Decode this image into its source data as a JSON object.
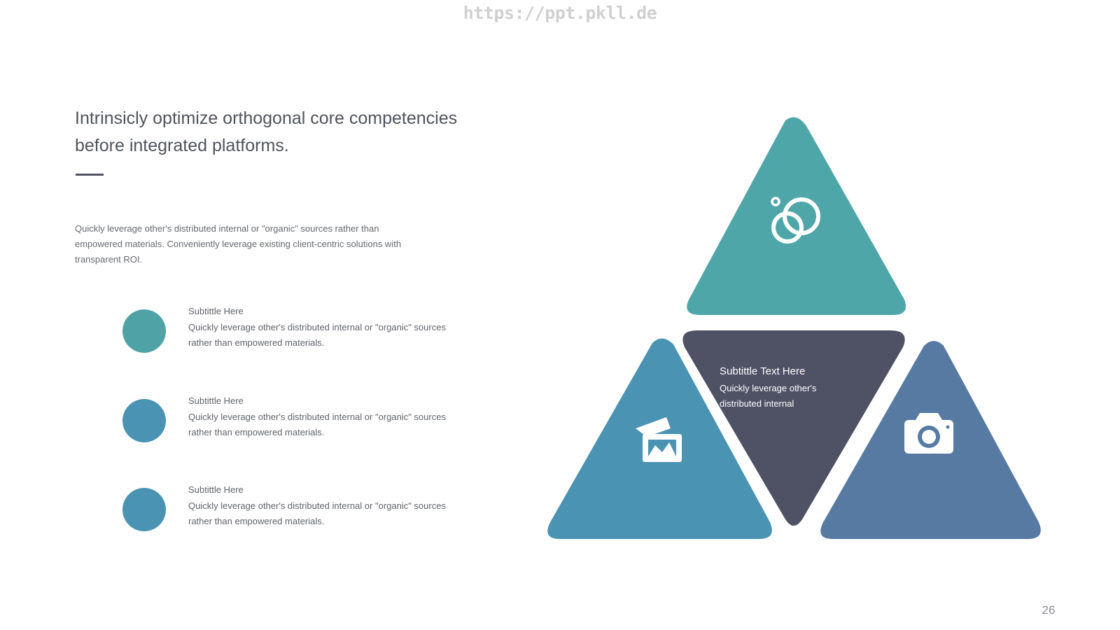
{
  "watermark": "https://ppt.pkll.de",
  "headline": "Intrinsicly optimize orthogonal core competencies before integrated platforms.",
  "intro": "Quickly leverage other's distributed internal or \"organic\" sources rather than empowered materials. Conveniently leverage existing client-centric solutions with transparent ROI.",
  "features": [
    {
      "subtitle": "Subtittle Here",
      "text": "Quickly leverage other's distributed internal or \"organic\" sources rather than empowered materials.",
      "color": "#4fa3a6"
    },
    {
      "subtitle": "Subtittle Here",
      "text": "Quickly leverage other's distributed internal or \"organic\" sources rather than empowered materials.",
      "color": "#4a93b2"
    },
    {
      "subtitle": "Subtittle Here",
      "text": "Quickly leverage other's distributed internal or \"organic\" sources rather than empowered materials.",
      "color": "#4a93b2"
    }
  ],
  "center": {
    "title": "Subtittle Text Here",
    "desc": "Quickly leverage other's distributed internal"
  },
  "triangles": {
    "top": {
      "color": "#4fa6a8",
      "icon": "rings-icon"
    },
    "left": {
      "color": "#4a93b2",
      "icon": "photos-icon"
    },
    "center": {
      "color": "#4f5265"
    },
    "right": {
      "color": "#577aa2",
      "icon": "camera-icon"
    }
  },
  "page_number": "26"
}
